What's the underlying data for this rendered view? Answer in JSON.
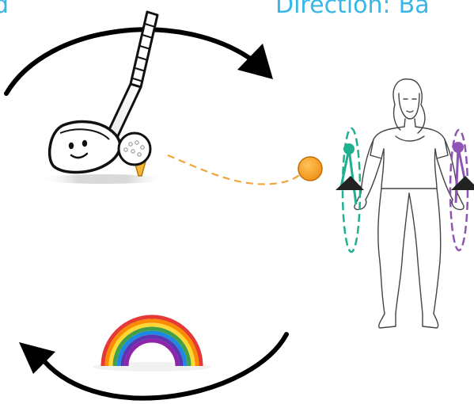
{
  "header": {
    "left_text": "d",
    "direction_label": "Direction:",
    "direction_value": "Ba"
  },
  "colors": {
    "label_blue": "#38b6e8",
    "arrow_black": "#000000",
    "orange_ball": "#f39a1e",
    "teal_arm": "#1fb08f",
    "purple_arm": "#8e55b4",
    "rainbow": [
      "#e53935",
      "#fb8c00",
      "#fdd835",
      "#43a047",
      "#1e88e5",
      "#5e35b1",
      "#8e24aa"
    ]
  },
  "icons": {
    "clockwise_arc_top": "curved-arrow-clockwise",
    "clockwise_arc_bottom": "curved-arrow-clockwise",
    "club": "golf-club-face",
    "ball": "golf-ball-on-tee",
    "trajectory": "dashed-trajectory",
    "target_ball": "orange-ball",
    "figure": "standing-person-sketch",
    "rainbow": "rainbow-arc"
  }
}
